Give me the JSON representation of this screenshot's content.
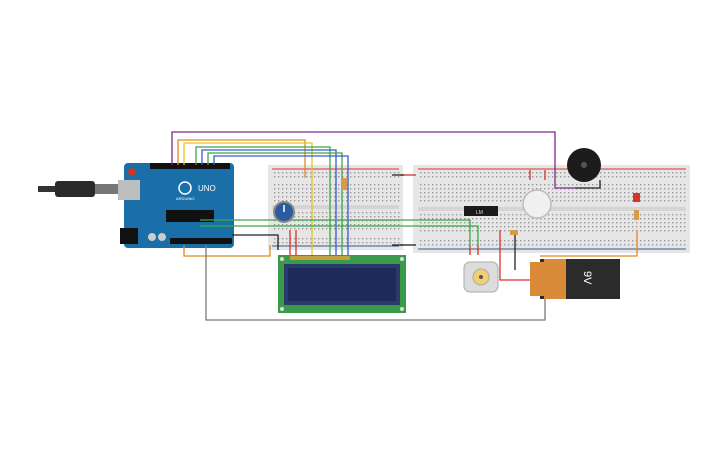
{
  "canvas": {
    "background": "#ffffff"
  },
  "arduino": {
    "board_color": "#1a6fa8",
    "label_uno": "UNO",
    "label_brand": "ARDUINO",
    "usb_cable_color": "#333333"
  },
  "lcd": {
    "pcb_color": "#3a9a4a",
    "screen_color": "#1e2a5a"
  },
  "battery": {
    "label": "9V",
    "body_color": "#2b2b2b",
    "cap_color": "#d98b3a"
  },
  "breadboards": {
    "color": "#e6e6e6",
    "hole_color": "#9a9a9a",
    "rail_red": "#d9312b",
    "rail_blue": "#2c5aa0"
  },
  "wire_colors": {
    "purple": "#7a2a8a",
    "orange": "#e08a1e",
    "yellow": "#e6c21e",
    "green": "#3aa84a",
    "blue": "#3a5ac8",
    "red": "#d9312b",
    "black": "#222222",
    "gray": "#7a7a7a"
  },
  "components": {
    "ic_label": "LM",
    "buzzer_color": "#1c1c1c",
    "led_color": "#d9312b",
    "pot_color": "#2c5aa0",
    "motor_color": "#dcdcdc"
  }
}
